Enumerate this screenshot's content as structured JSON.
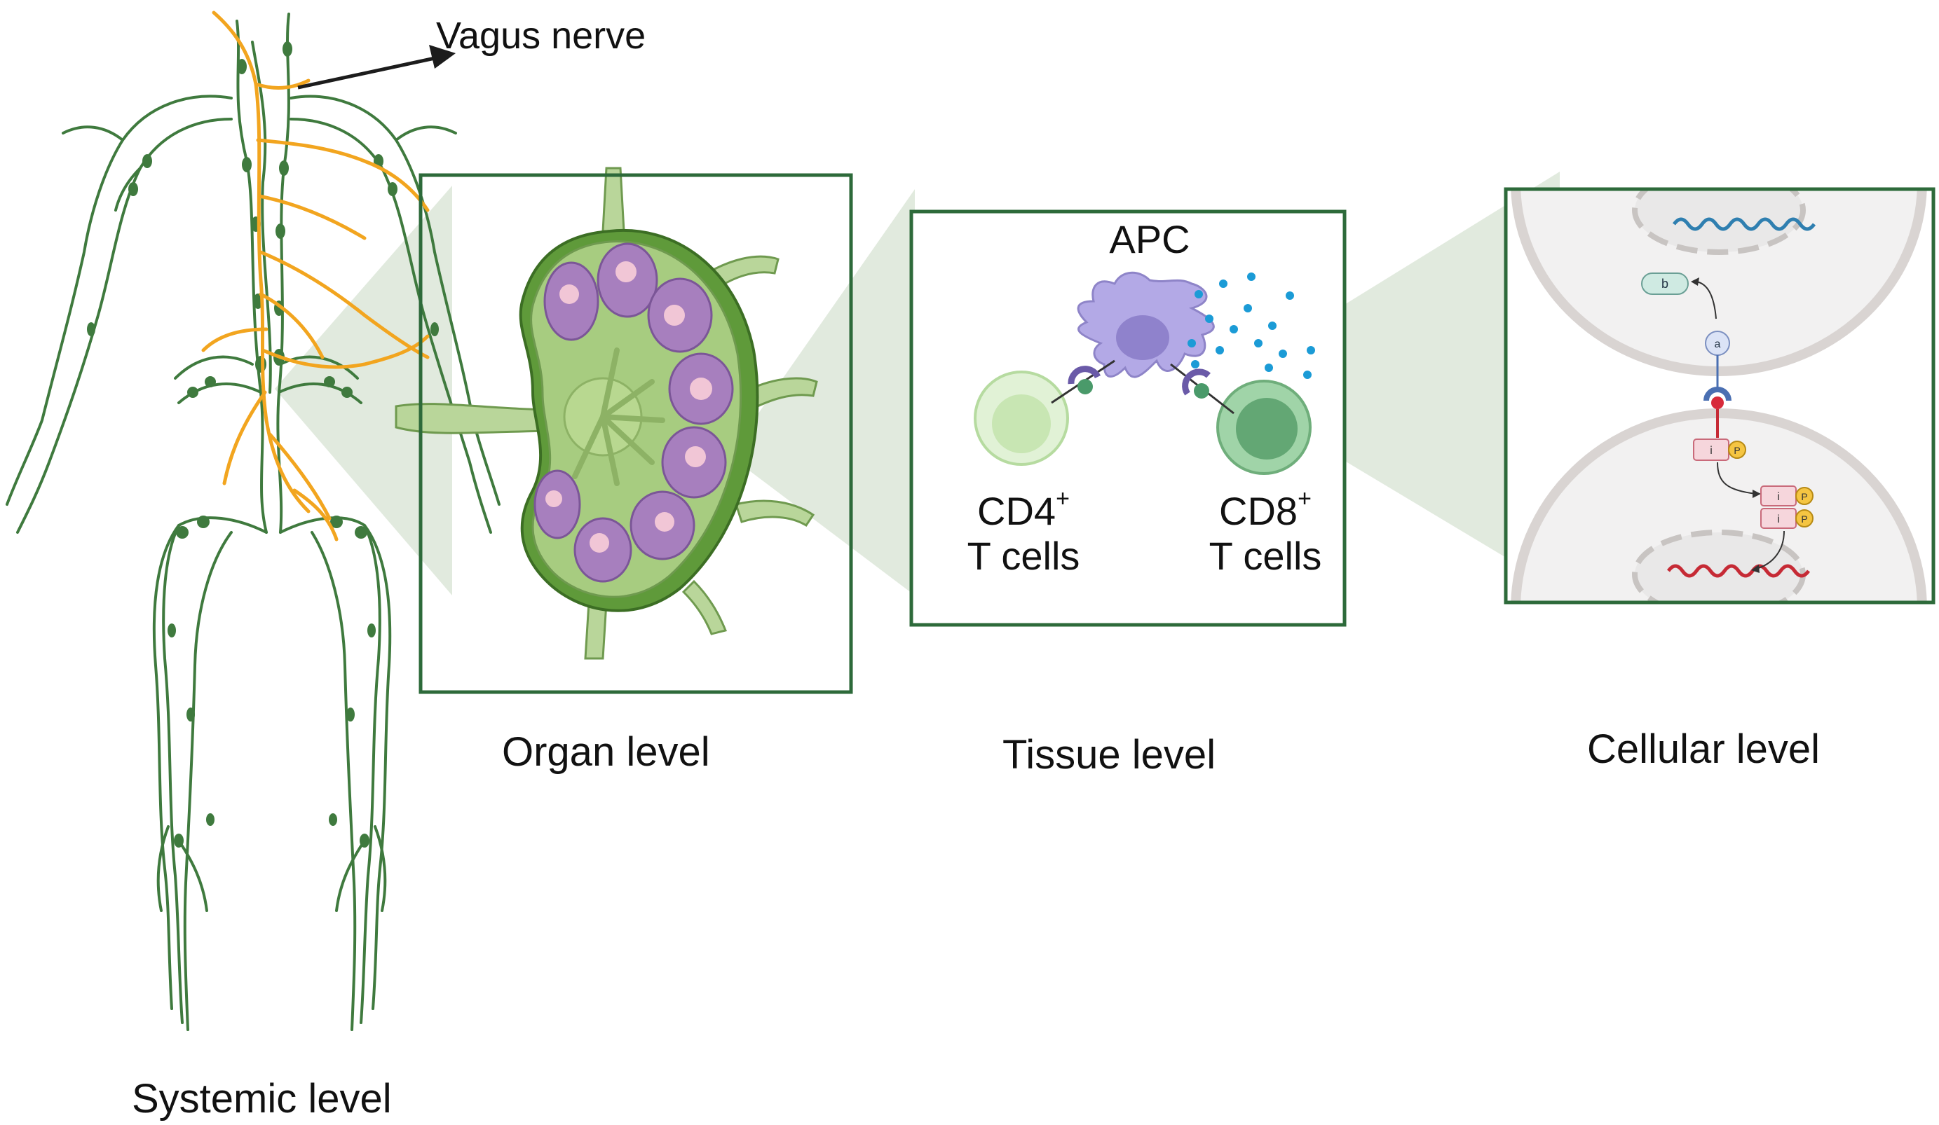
{
  "labels": {
    "vagus": "Vagus nerve",
    "systemic": "Systemic level",
    "organ": "Organ level",
    "tissue": "Tissue level",
    "cellular": "Cellular level"
  },
  "tissue_panel": {
    "apc": "APC",
    "cd4": "CD4",
    "cd8": "CD8",
    "superscript": "+",
    "t_cells": "T cells"
  },
  "cellular_panel": {
    "node_a": "a",
    "node_b": "b",
    "node_i": "i",
    "node_p": "P"
  },
  "colors": {
    "lymph_green": "#3f7a3e",
    "nerve_orange": "#f2a51f",
    "frame_green": "#2d6a3a",
    "zoom_wedge": "#dfe8dc",
    "node_purple": "#a77fbe",
    "apc_lavender": "#b3a9e6"
  }
}
